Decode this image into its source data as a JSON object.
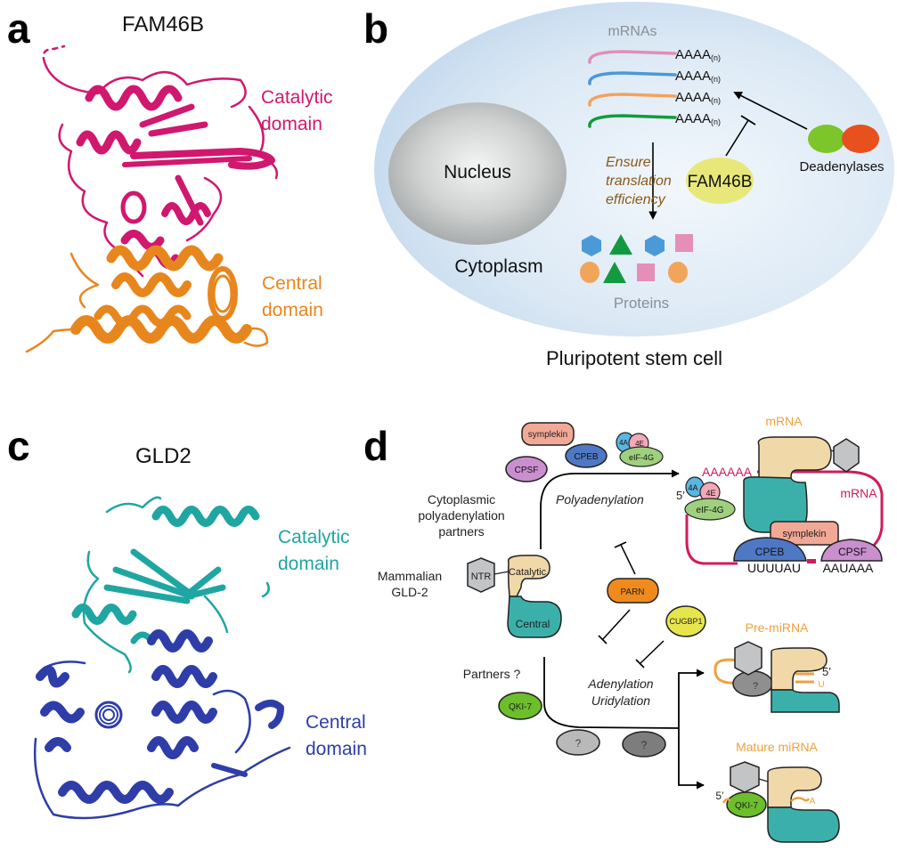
{
  "colors": {
    "fam46b_catalytic": "#d0186e",
    "fam46b_central": "#e8861e",
    "gld2_catalytic": "#1fa6a2",
    "gld2_central": "#2e3da8",
    "cell_fill": "#d6e6f4",
    "nucleus": "#b9bcbc",
    "mrna_pink": "#e08fb8",
    "mrna_blue": "#4a98d6",
    "mrna_orange": "#f3a35c",
    "mrna_green": "#149a3c",
    "fam46b_oval": "#e8e87a",
    "deadenylase_green": "#7cc52a",
    "deadenylase_red": "#e8501e",
    "translation_text": "#8a5a1a",
    "protein_hex": "#4b9ad8",
    "protein_tri": "#139a3e",
    "protein_sq": "#e58fb8",
    "protein_circle": "#f0a55a",
    "grey_text": "#8a8f96",
    "catalytic_beige": "#f1d8a8",
    "central_teal": "#3bb0ab",
    "ntr_grey": "#c3c4c6",
    "symplekin": "#f2a896",
    "cpeb": "#4f78c4",
    "cpsf": "#c98fcf",
    "eif4a": "#5bb6e0",
    "eif4e": "#f4a8b8",
    "eif4g": "#9fd07e",
    "parn": "#f08a1c",
    "cugbp1": "#e6e64c",
    "qki7": "#6cbe2a",
    "q_light": "#b9b9b9",
    "q_dark": "#7d7d7d",
    "mrna_crimson": "#d01c5c",
    "orange_text": "#f0a040"
  },
  "panel_a": {
    "letter": "a",
    "title": "FAM46B",
    "catalytic_label": [
      "Catalytic",
      "domain"
    ],
    "central_label": [
      "Central",
      "domain"
    ]
  },
  "panel_b": {
    "letter": "b",
    "mrnas_label": "mRNAs",
    "polyA": [
      "AAAA",
      "AAAA",
      "AAAA",
      "AAAA"
    ],
    "polyA_sub": "(n)",
    "nucleus_label": "Nucleus",
    "cytoplasm_label": "Cytoplasm",
    "translation_label": [
      "Ensure",
      "translation",
      "efficiency"
    ],
    "fam46b_label": "FAM46B",
    "deadenylases_label": "Deadenylases",
    "proteins_label": "Proteins",
    "cell_caption": "Pluripotent stem cell"
  },
  "panel_c": {
    "letter": "c",
    "title": "GLD2",
    "catalytic_label": [
      "Catalytic",
      "domain"
    ],
    "central_label": [
      "Central",
      "domain"
    ]
  },
  "panel_d": {
    "letter": "d",
    "symplekin": "symplekin",
    "cpeb": "CPEB",
    "cpsf": "CPSF",
    "eif4a": "4A",
    "eif4e": "4E",
    "eif4g": "eIF-4G",
    "cyto_partners": [
      "Cytoplasmic",
      "polyadenylation",
      "partners"
    ],
    "polyadenylation": "Polyadenylation",
    "mammalian": [
      "Mammalian",
      "GLD-2"
    ],
    "ntr": "NTR",
    "catalytic": "Catalytic",
    "central": "Central",
    "parn": "PARN",
    "cugbp1": "CUGBP1",
    "partners_q": "Partners ?",
    "qki7": "QKI-7",
    "q": "?",
    "adenylation": [
      "Adenylation",
      "Uridylation"
    ],
    "mrna_top": "mRNA",
    "aaaaaa": "AAAAAA",
    "mrna_side": "mRNA",
    "five_prime": "5’",
    "uuuuau": "UUUUAU",
    "aauaaa": "AAUAAA",
    "pre_mirna": "Pre-miRNA",
    "u": "U",
    "mature_mirna": "Mature miRNA",
    "a": "A"
  }
}
